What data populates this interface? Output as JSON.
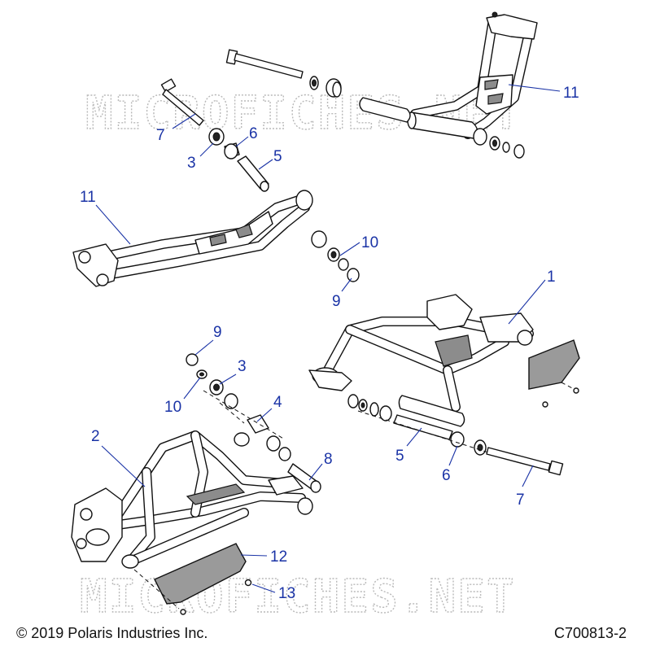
{
  "watermark": "MICROFICHES.NET",
  "footer": {
    "copyright": "© 2019 Polaris Industries Inc.",
    "figure_id": "C700813-2"
  },
  "callouts": {
    "upper_arm_top": "11",
    "bolt_top": "7",
    "bushing_top": "6",
    "sleeve_top": "5",
    "bearing_top": "3",
    "upper_arm_left": "11",
    "washer_mid": "10",
    "cap_mid": "9",
    "lower_arm_right": "1",
    "cap_lower": "9",
    "bearing_lower": "3",
    "washer_lower": "10",
    "sleeve_lower": "4",
    "lower_arm_left": "2",
    "pin_lower": "8",
    "sleeve_right": "5",
    "bushing_right": "6",
    "bolt_right": "7",
    "guard_plate": "12",
    "screw": "13"
  }
}
